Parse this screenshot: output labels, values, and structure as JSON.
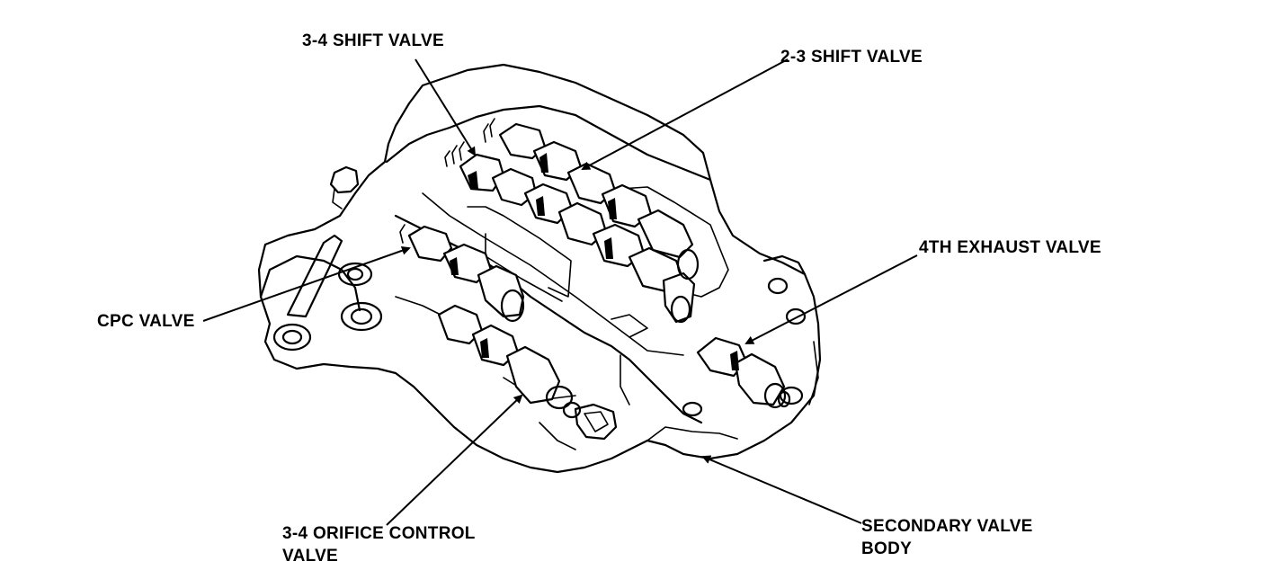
{
  "labels": {
    "shift_34": "3-4 SHIFT VALVE",
    "shift_23": "2-3 SHIFT VALVE",
    "exhaust_4th": "4TH EXHAUST VALVE",
    "cpc": "CPC VALVE",
    "orifice_line1": "3-4 ORIFICE CONTROL",
    "orifice_line2": "VALVE",
    "secondary_line1": "SECONDARY VALVE",
    "secondary_line2": "BODY"
  }
}
